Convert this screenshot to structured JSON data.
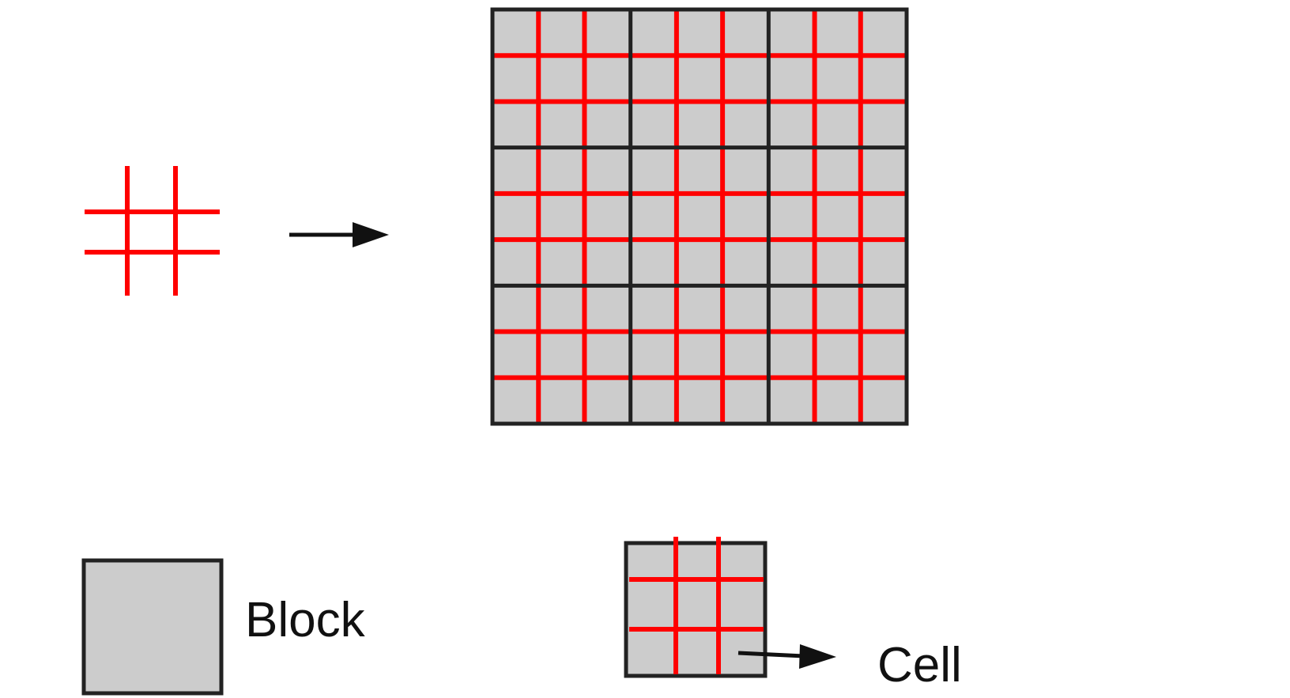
{
  "legend": {
    "block_label": "Block",
    "cell_label": "Cell"
  },
  "grid": {
    "blocks_per_side": 3,
    "cells_per_block_side": 3
  },
  "colors": {
    "block_fill": "#cccccc",
    "block_stroke": "#222222",
    "cell_line": "#ff0000",
    "arrow": "#111111",
    "background": "#ffffff"
  }
}
